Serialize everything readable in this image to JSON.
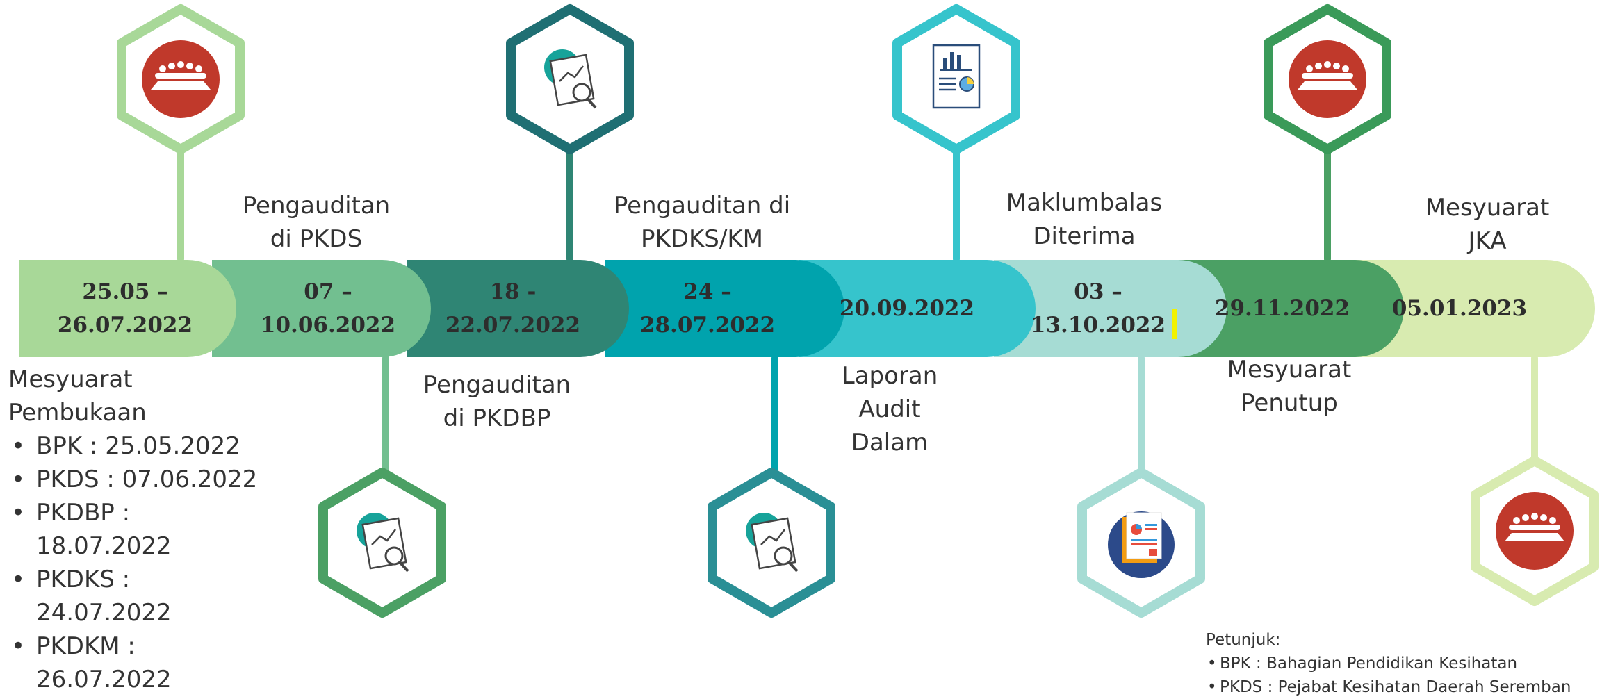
{
  "colors": {
    "seg1": "#a8d898",
    "seg2": "#72bf90",
    "seg3": "#2f8574",
    "seg4": "#00a3ad",
    "seg5": "#36c4cc",
    "seg6": "#a6dcd4",
    "seg7": "#4ba064",
    "seg8": "#d8ebb0",
    "meeting_red": "#c0392b"
  },
  "timeline": [
    {
      "date": "25.05 –\n26.07.2022",
      "caption": "",
      "icon": "meeting-table-icon"
    },
    {
      "date": "07 –\n10.06.2022",
      "caption": "Pengauditan\ndi PKDS",
      "icon": "document-analysis-icon"
    },
    {
      "date": "18 -\n22.07.2022",
      "caption": "Pengauditan\ndi PKDBP",
      "icon": "document-analysis-icon"
    },
    {
      "date": "24 –\n28.07.2022",
      "caption": "Pengauditan di\nPKDKS/KM",
      "icon": "document-analysis-icon"
    },
    {
      "date": "20.09.2022",
      "caption": "Laporan\nAudit\nDalam",
      "icon": "report-chart-icon"
    },
    {
      "date": "03 –\n13.10.2022",
      "caption": "Maklumbalas\nDiterima",
      "icon": "colorful-report-icon"
    },
    {
      "date": "29.11.2022",
      "caption": "Mesyuarat\nPenutup",
      "icon": "meeting-table-icon"
    },
    {
      "date": "05.01.2023",
      "caption": "Mesyuarat\nJKA",
      "icon": "meeting-table-icon"
    }
  ],
  "opening": {
    "title": "Mesyuarat\nPembukaan",
    "items": [
      "BPK : 25.05.2022",
      "PKDS : 07.06.2022",
      "PKDBP :\n18.07.2022",
      "PKDKS :\n24.07.2022",
      "PKDKM :\n26.07.2022"
    ]
  },
  "legend": {
    "title": "Petunjuk:",
    "items": [
      "BPK : Bahagian Pendidikan Kesihatan",
      "PKDS : Pejabat Kesihatan Daerah Seremban"
    ]
  }
}
